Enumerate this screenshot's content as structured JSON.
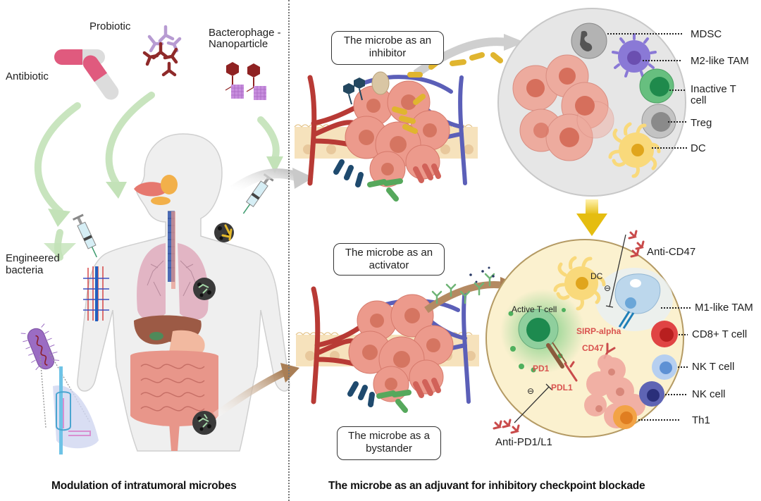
{
  "figure": {
    "left_panel": {
      "title": "Modulation of intratumoral microbes",
      "labels": {
        "antibiotic": "Antibiotic",
        "probiotic": "Probiotic",
        "bacteriophage": "Bacterophage -Nanoparticle",
        "engineered": "Engineered bacteria"
      }
    },
    "right_panel": {
      "title": "The microbe as an adjuvant for inhibitory checkpoint blockade",
      "roles": {
        "inhibitor": "The microbe as an inhibitor",
        "activator": "The microbe as an  activator",
        "bystander": "The microbe as a bystander"
      },
      "suppressive_tme": {
        "cells": [
          "MDSC",
          "M2-like TAM",
          "Inactive  T cell",
          "Treg",
          "DC"
        ]
      },
      "active_tme": {
        "inner_labels": {
          "dc": "DC",
          "active_t_cell": "Active T cell",
          "sirp_alpha": "SIRP-alpha",
          "cd47": "CD47",
          "pd1": "PD1",
          "pdl1": "PDL1",
          "inhibit_symbol": "⊖"
        },
        "cells": [
          "M1-like TAM",
          "CD8+ T cell",
          "NK T cell",
          "NK cell",
          "Th1"
        ],
        "antibodies": {
          "anti_cd47": "Anti-CD47",
          "anti_pd1": "Anti-PD1/L1"
        }
      }
    },
    "colors": {
      "tumor": "#e8857a",
      "tumor_nucleus": "#c9614f",
      "green_arrow": "#b9dcae",
      "brown_arrow": "#b48a63",
      "grey_arrow": "#cfcfcf",
      "yellow_arrow": "#e8c21a",
      "suppressive_bg": "#e6e6e6",
      "active_bg": "#fbf1cf",
      "artery": "#b83a35",
      "vein": "#5b5fb8",
      "antibody_red": "#c94b4b"
    }
  }
}
